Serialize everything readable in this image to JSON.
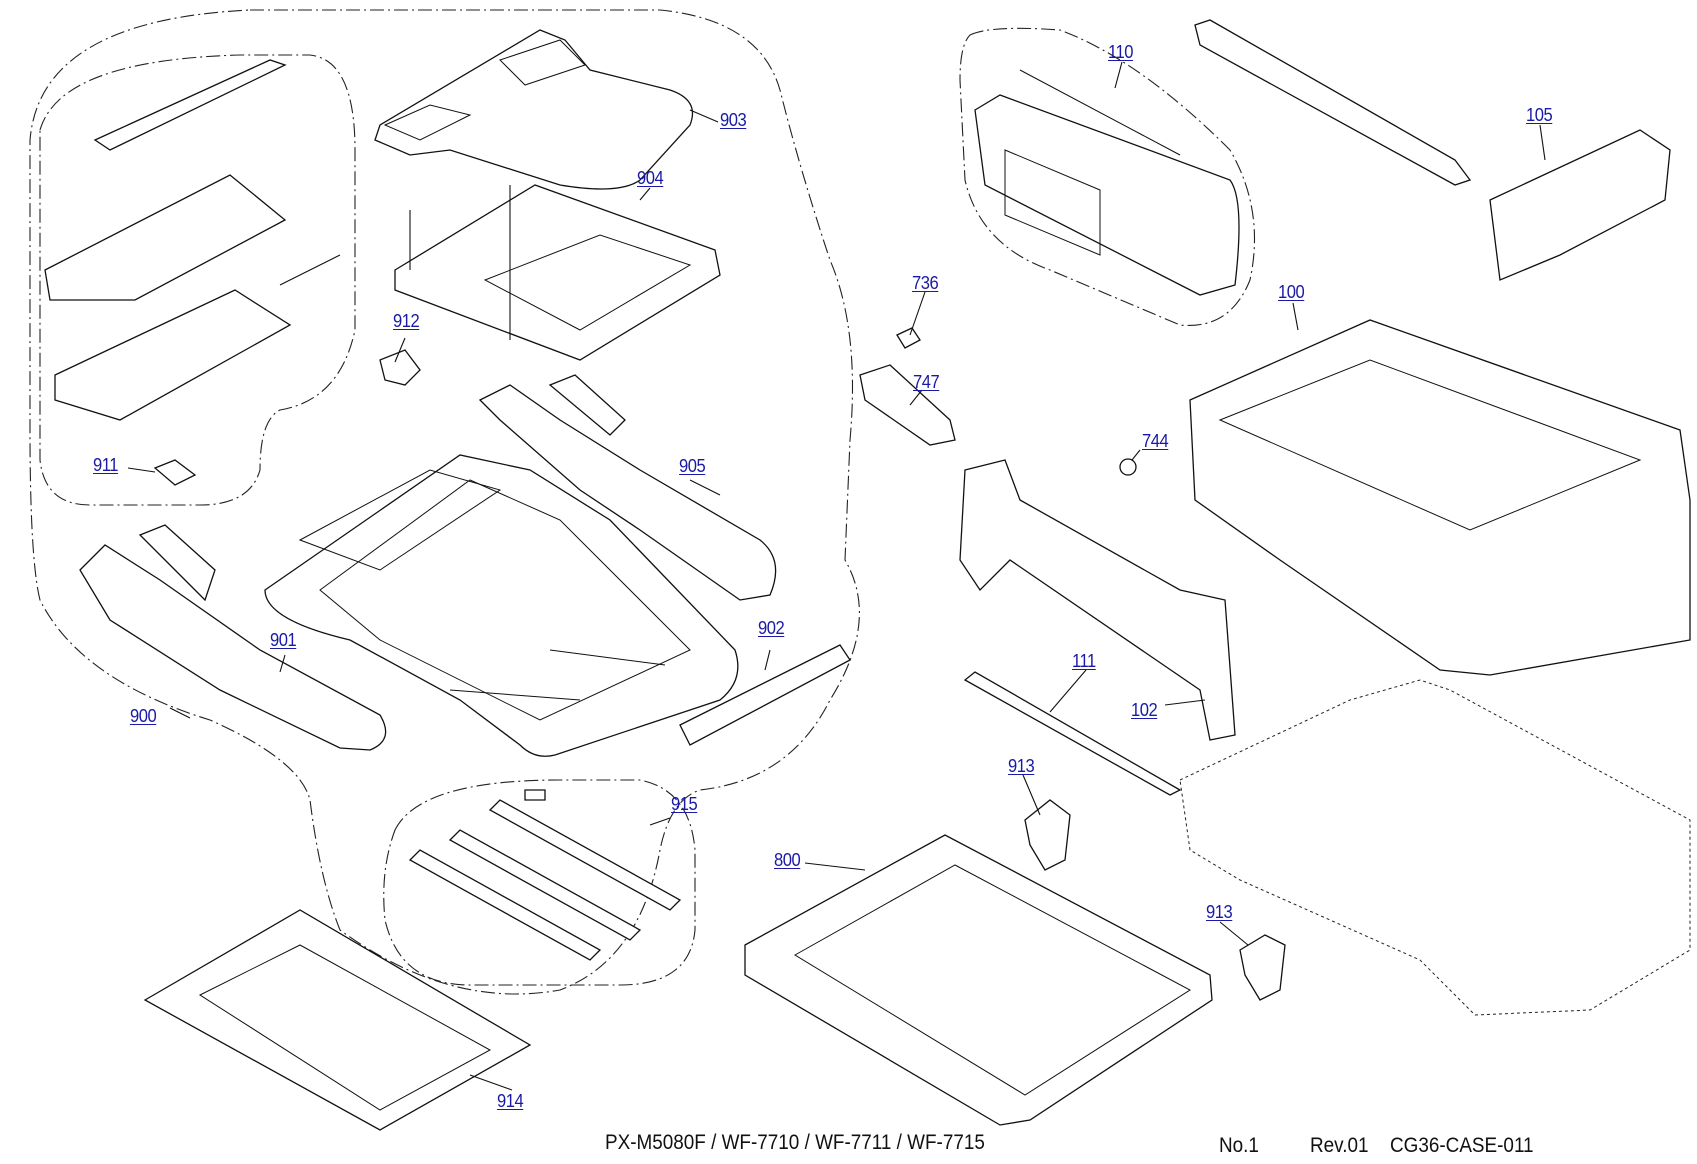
{
  "document": {
    "type": "exploded parts diagram",
    "models": "PX-M5080F / WF-7710 / WF-7711 / WF-7715",
    "sheet_no": "No.1",
    "revision": "Rev.01",
    "drawing_id": "CG36-CASE-011"
  },
  "labels": [
    {
      "id": "903",
      "text": "903"
    },
    {
      "id": "904",
      "text": "904"
    },
    {
      "id": "912",
      "text": "912"
    },
    {
      "id": "911",
      "text": "911"
    },
    {
      "id": "905",
      "text": "905"
    },
    {
      "id": "901",
      "text": "901"
    },
    {
      "id": "900",
      "text": "900"
    },
    {
      "id": "902",
      "text": "902"
    },
    {
      "id": "915",
      "text": "915"
    },
    {
      "id": "914",
      "text": "914"
    },
    {
      "id": "110",
      "text": "110"
    },
    {
      "id": "105",
      "text": "105"
    },
    {
      "id": "100",
      "text": "100"
    },
    {
      "id": "736",
      "text": "736"
    },
    {
      "id": "747",
      "text": "747"
    },
    {
      "id": "744",
      "text": "744"
    },
    {
      "id": "111",
      "text": "111"
    },
    {
      "id": "102",
      "text": "102"
    },
    {
      "id": "913a",
      "text": "913"
    },
    {
      "id": "913b",
      "text": "913"
    },
    {
      "id": "800",
      "text": "800"
    }
  ],
  "colors": {
    "link": "#1a1aa6",
    "line": "#111111",
    "background": "#ffffff"
  }
}
